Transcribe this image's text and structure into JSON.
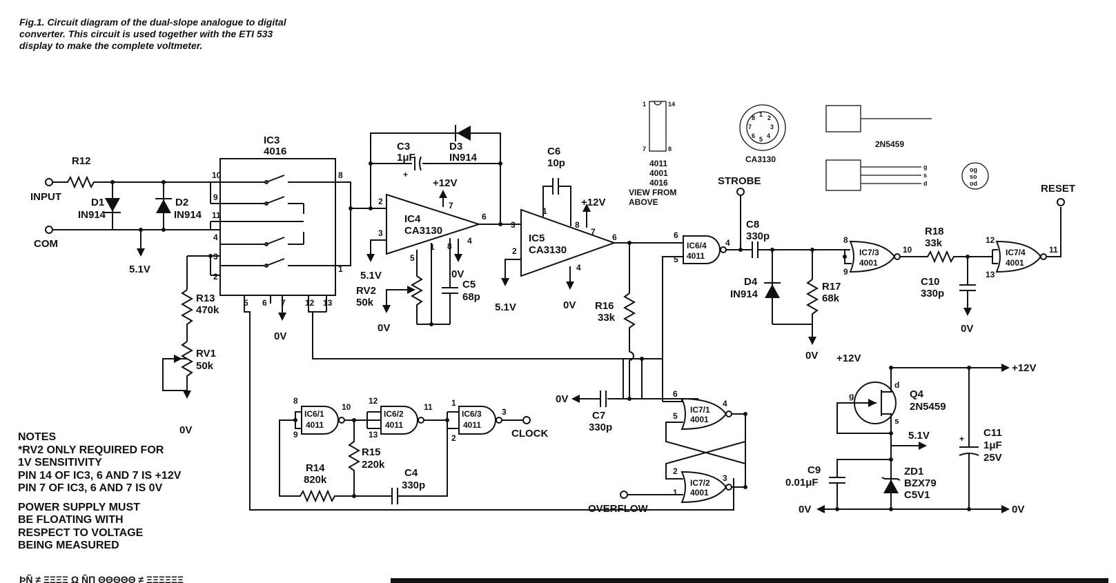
{
  "caption": [
    "Fig.1. Circuit diagram of the dual-slope analogue to digital",
    "converter. This circuit is used together with the ETI 533",
    "display to make the complete voltmeter."
  ],
  "notes": {
    "heading": "NOTES",
    "lines": [
      "*RV2 ONLY REQUIRED FOR",
      "1V SENSITIVITY",
      "PIN 14 OF IC3, 6 AND 7 IS +12V",
      "PIN 7 OF IC3, 6 AND 7 IS 0V"
    ],
    "power_lines": [
      "POWER SUPPLY MUST",
      "BE FLOATING WITH",
      "RESPECT TO VOLTAGE",
      "BEING MEASURED"
    ]
  },
  "terminals": {
    "input": "INPUT",
    "com": "COM",
    "strobe": "STROBE",
    "reset": "RESET",
    "clock": "CLOCK",
    "overflow": "OVERFLOW"
  },
  "supply": {
    "plus12": "+12V",
    "zero": "0V",
    "ref": "5.1V"
  },
  "ics": {
    "ic3": {
      "ref": "IC3",
      "type": "4016"
    },
    "ic4": {
      "ref": "IC4",
      "type": "CA3130"
    },
    "ic5": {
      "ref": "IC5",
      "type": "CA3130"
    },
    "ic6_1": {
      "ref": "IC6/1",
      "type": "4011"
    },
    "ic6_2": {
      "ref": "IC6/2",
      "type": "4011"
    },
    "ic6_3": {
      "ref": "IC6/3",
      "type": "4011"
    },
    "ic6_4": {
      "ref": "IC6/4",
      "type": "4011"
    },
    "ic7_1": {
      "ref": "IC7/1",
      "type": "4001"
    },
    "ic7_2": {
      "ref": "IC7/2",
      "type": "4001"
    },
    "ic7_3": {
      "ref": "IC7/3",
      "type": "4001"
    },
    "ic7_4": {
      "ref": "IC7/4",
      "type": "4001"
    }
  },
  "components": {
    "r12": {
      "ref": "R12"
    },
    "r13": {
      "ref": "R13",
      "value": "470k"
    },
    "r14": {
      "ref": "R14",
      "value": "820k"
    },
    "r15": {
      "ref": "R15",
      "value": "220k"
    },
    "r16": {
      "ref": "R16",
      "value": "33k"
    },
    "r17": {
      "ref": "R17",
      "value": "68k"
    },
    "r18": {
      "ref": "R18",
      "value": "33k"
    },
    "rv1": {
      "ref": "RV1",
      "value": "50k"
    },
    "rv2": {
      "ref": "RV2",
      "value": "50k"
    },
    "c3": {
      "ref": "C3",
      "value": "1μF"
    },
    "c4": {
      "ref": "C4",
      "value": "330p"
    },
    "c5": {
      "ref": "C5",
      "value": "68p"
    },
    "c6": {
      "ref": "C6",
      "value": "10p"
    },
    "c7": {
      "ref": "C7",
      "value": "330p"
    },
    "c8": {
      "ref": "C8",
      "value": "330p"
    },
    "c9": {
      "ref": "C9",
      "value": "0.01μF"
    },
    "c10": {
      "ref": "C10",
      "value": "330p"
    },
    "c11": {
      "ref": "C11",
      "value": "1μF",
      "rating": "25V"
    },
    "d1": {
      "ref": "D1",
      "value": "IN914"
    },
    "d2": {
      "ref": "D2",
      "value": "IN914"
    },
    "d3": {
      "ref": "D3",
      "value": "IN914"
    },
    "d4": {
      "ref": "D4",
      "value": "IN914"
    },
    "q4": {
      "ref": "Q4",
      "value": "2N5459"
    },
    "zd1": {
      "ref": "ZD1",
      "value": "BZX79",
      "value2": "C5V1"
    }
  },
  "pinout": {
    "dip_types": [
      "4011",
      "4001",
      "4016"
    ],
    "dip_caption": [
      "VIEW FROM",
      "ABOVE"
    ],
    "dip_pin1": "1",
    "dip_pin14": "14",
    "dip_pin7": "7",
    "dip_pin8": "8",
    "to5_label": "CA3130",
    "to5_pins": [
      "1",
      "2",
      "3",
      "4",
      "5",
      "6",
      "7",
      "8"
    ],
    "fet_label": "2N5459",
    "fet_leads": [
      "g",
      "s",
      "d"
    ],
    "fet_base": [
      "og",
      "so",
      "od"
    ]
  },
  "pins": {
    "ic3": [
      "10",
      "9",
      "11",
      "4",
      "3",
      "2",
      "8",
      "1",
      "5",
      "6",
      "7",
      "12",
      "13"
    ],
    "ic4": [
      "2",
      "3",
      "7",
      "6",
      "5",
      "1",
      "8",
      "4"
    ],
    "ic5": [
      "3",
      "2",
      "1",
      "8",
      "7",
      "6",
      "4"
    ],
    "ic6_1": [
      "8",
      "9",
      "10"
    ],
    "ic6_2": [
      "12",
      "13",
      "11"
    ],
    "ic6_3": [
      "1",
      "2",
      "3"
    ],
    "ic6_4": [
      "6",
      "5",
      "4"
    ],
    "ic7_1": [
      "6",
      "5",
      "4"
    ],
    "ic7_2": [
      "2",
      "1",
      "3"
    ],
    "ic7_3": [
      "8",
      "9",
      "10"
    ],
    "ic7_4": [
      "12",
      "13",
      "11"
    ],
    "q4_pins": [
      "g",
      "d",
      "s"
    ],
    "plus": "+"
  },
  "footer": {
    "scan_text": "ÞÑ ≠ ΞΞΞΞ  Ω ÑΠ  ΘΘΘΘΘ ≠ ΞΞΞΞΞΞ"
  }
}
